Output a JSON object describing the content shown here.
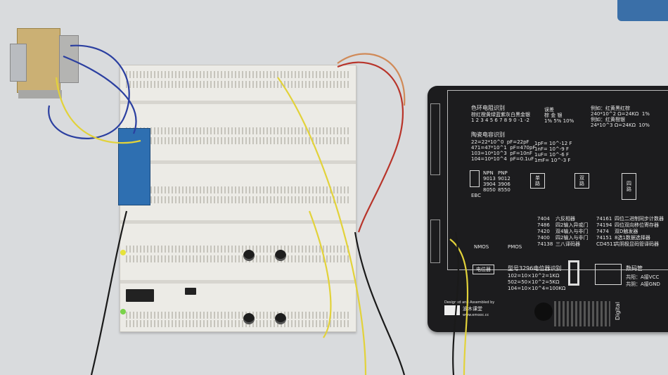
{
  "scene": {
    "colors": {
      "background": "#d9dbdd",
      "pcb": "#1c1c1e",
      "breadboard": "#ecebe6",
      "yellow_wire": "#e2d23a",
      "blue_wire": "#2b3fa0",
      "red_wire": "#b8342a"
    }
  },
  "pcb_text": {
    "resistor_title": "色环电阻识别",
    "resistor_colors": "棕红橙黄绿蓝紫灰白黑金银",
    "resistor_digits": "1 2 3 4 5 6 7 8 9 0 -1 -2",
    "tolerance_title": "误差",
    "tolerance_colors": "棕 金 银",
    "tolerance_values": "1% 5% 10%",
    "example1_title": "例如：红黄黑红棕",
    "example1_value": "240*10^2 Ω=24KΩ  1%",
    "example2_title": "例如：红黄橙银",
    "example2_value": "24*10^3 Ω=24KΩ  10%",
    "capacitor_title": "陶瓷电容识别",
    "cap_lines": [
      "22=22*10^0  pF=22pF",
      "471=47*10^1  pF=470pF",
      "103=10*10^3  pF=10nF",
      "104=10*10^4  pF=0.1uF"
    ],
    "unit_lines": [
      "1pF= 10^-12 F",
      "1nF= 10^-9 F",
      "1uF= 10^-6 F",
      "1mF= 10^-3 F"
    ],
    "npn": "NPN",
    "pnp": "PNP",
    "npn_parts": "9013\n3904\n8050",
    "pnp_parts": "9012\n3906\n8550",
    "ebc": "EBC",
    "single": "单\n路",
    "dual": "双\n路",
    "quad": "四\n路",
    "nmos": "NMOS",
    "pmos": "PMOS",
    "ic_list": [
      {
        "part": "7404",
        "desc": "六反相器"
      },
      {
        "part": "7486",
        "desc": "四2输入异或门"
      },
      {
        "part": "7420",
        "desc": "双4输入与非门"
      },
      {
        "part": "7400",
        "desc": "四2输入与非门"
      },
      {
        "part": "74138",
        "desc": "三八译码器"
      }
    ],
    "ic_list2": [
      {
        "part": "74161",
        "desc": "四位二进制同步计数器"
      },
      {
        "part": "74194",
        "desc": "四位双向移位寄存器"
      },
      {
        "part": "7474",
        "desc": "双D触发器"
      },
      {
        "part": "74151",
        "desc": "8选1数据选择器"
      },
      {
        "part": "CD4511",
        "desc": "共阴极显码管译码器"
      }
    ],
    "pot_label": "电位器",
    "pot_title": "型号3296电位器识别",
    "pot_lines": [
      "102=10×10^2=1KΩ",
      "502=50×10^2=5KΩ",
      "104=10×10^4=100KΩ"
    ],
    "seg_title": "数码管",
    "seg_anode": "共阳：A接VCC",
    "seg_cathode": "共阴：A接GND",
    "footer_assembled": "Designed and Assembled by",
    "footer_brand": "波木课堂",
    "footer_url": "www.emooc.cc",
    "digital": "Digital"
  }
}
